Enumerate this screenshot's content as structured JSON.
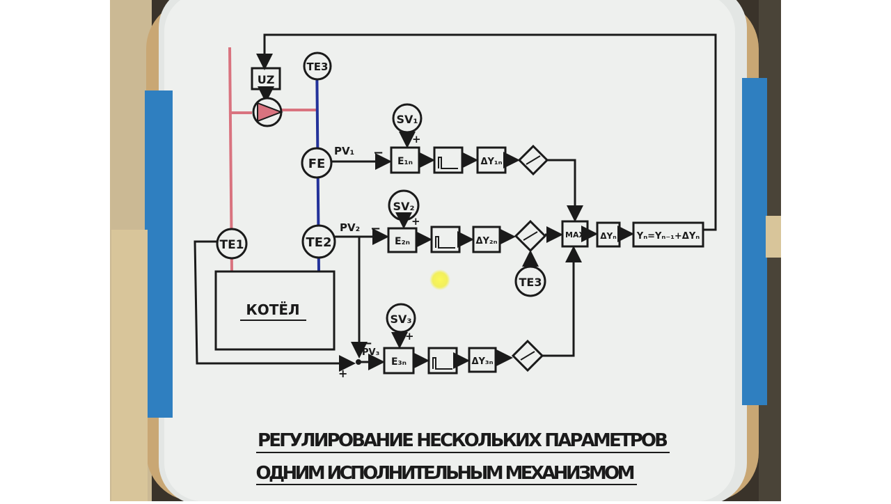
{
  "diagram": {
    "title_line1": "РЕГУЛИРОВАНИЕ НЕСКОЛЬКИХ ПАРАМЕТРОВ",
    "title_line2": "ОДНИМ ИСПОЛНИТЕЛЬНЫМ МЕХАНИЗМОМ",
    "boiler_label": "КОТЁЛ",
    "sensors": {
      "vz": "UZ",
      "te3_top": "TE3",
      "fe": "FE",
      "te1": "TE1",
      "te2": "TE2",
      "te3_mid": "TE3"
    },
    "setpoints": {
      "sv1": "SV₁",
      "sv2": "SV₂",
      "sv3": "SV₃"
    },
    "process_values": {
      "pv1": "PV₁",
      "pv2": "PV₂",
      "pv3": "PV₃"
    },
    "blocks": {
      "e1": "E₁ₙ",
      "e2": "E₂ₙ",
      "e3": "E₃ₙ",
      "dy1": "ΔY₁ₙ",
      "dy2": "ΔY₂ₙ",
      "dy3": "ΔY₃ₙ",
      "max": "MAX",
      "dyn": "ΔYₙ",
      "yn": "Yₙ=Yₙ₋₁+ΔYₙ"
    },
    "signs": {
      "minus": "−",
      "plus": "+"
    },
    "colors": {
      "supply_line": "#d9737f",
      "return_line": "#23329a",
      "board_frame": "#c9a774",
      "board_side": "#2f7fc0",
      "board_surface": "#eef0ee",
      "cursor": "#f3ef3a"
    }
  }
}
